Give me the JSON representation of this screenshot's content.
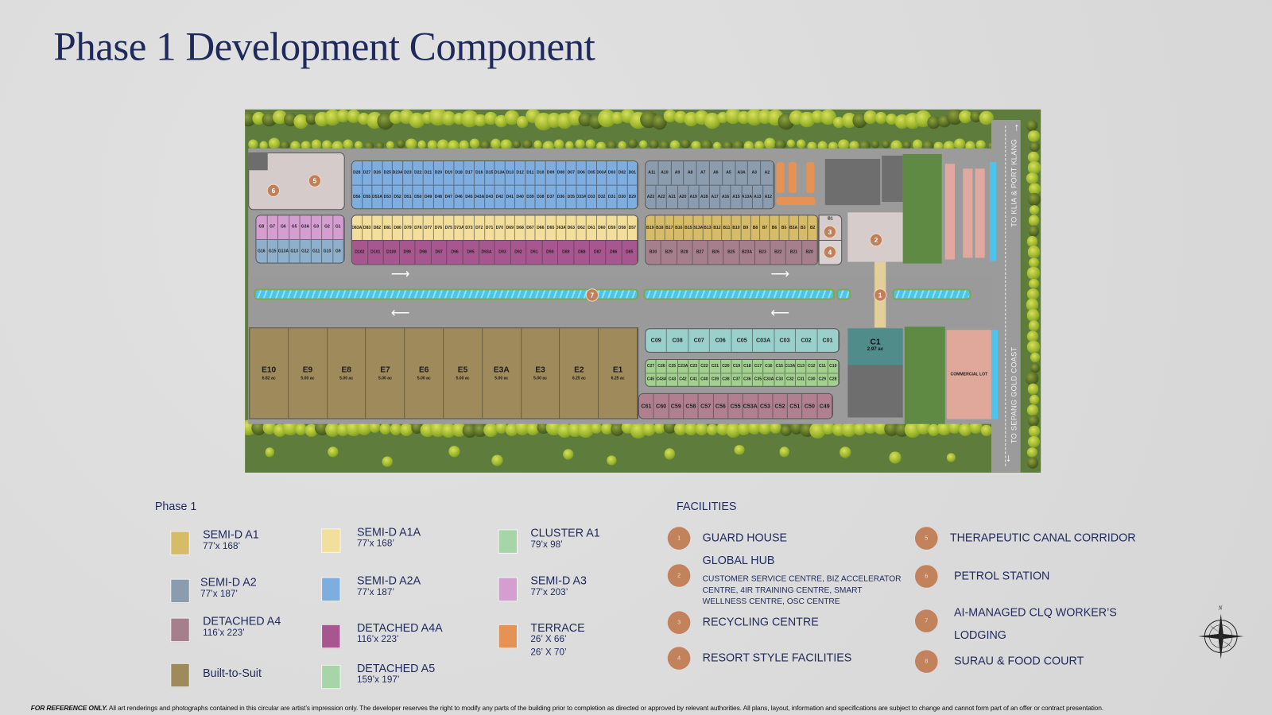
{
  "title": "Phase 1 Development Component",
  "map": {
    "colors": {
      "semi_d_a1": "#d6bc68",
      "semi_d_a1a": "#f2df9c",
      "cluster_a1": "#a6d6a8",
      "semi_d_a2": "#8c9caf",
      "semi_d_a2a": "#7eade0",
      "semi_d_a3": "#d49ed0",
      "detached_a4": "#a67f8c",
      "detached_a4a": "#a8568f",
      "terrace": "#e59254",
      "detached_a5": "#a6d6a8",
      "built_to_suit": "#9e8a5a"
    },
    "blocks": {
      "d_top": [
        "D28",
        "D27",
        "D26",
        "D25",
        "D23A",
        "D23",
        "D22",
        "D21",
        "D20",
        "D19",
        "D18",
        "D17",
        "D16",
        "D15",
        "D13A",
        "D13",
        "D12",
        "D11",
        "D10",
        "D09",
        "D08",
        "D07",
        "D06",
        "D05",
        "D03A",
        "D03",
        "D02",
        "D01"
      ],
      "d_bottom": [
        "D56",
        "D55",
        "D53A",
        "D53",
        "D52",
        "D51",
        "D50",
        "D49",
        "D48",
        "D47",
        "D46",
        "D45",
        "D43A",
        "D43",
        "D42",
        "D41",
        "D40",
        "D39",
        "D38",
        "D37",
        "D36",
        "D35",
        "D33A",
        "D33",
        "D32",
        "D31",
        "D30",
        "D29"
      ],
      "d_yellow": [
        "D83A",
        "D83",
        "D82",
        "D81",
        "D80",
        "D79",
        "D78",
        "D77",
        "D76",
        "D75",
        "D73A",
        "D73",
        "D72",
        "D71",
        "D70",
        "D69",
        "D68",
        "D67",
        "D66",
        "D65",
        "D63A",
        "D63",
        "D62",
        "D61",
        "D60",
        "D59",
        "D58",
        "D57"
      ],
      "d_purple": [
        "D102",
        "D101",
        "D100",
        "D99",
        "D98",
        "D97",
        "D96",
        "D95",
        "D93A",
        "D93",
        "D92",
        "D91",
        "D90",
        "D89",
        "D88",
        "D87",
        "D86",
        "D85"
      ],
      "g_top": [
        "G8",
        "G7",
        "G6",
        "G5",
        "G3A",
        "G3",
        "G2",
        "G1"
      ],
      "g_bottom": [
        "G16",
        "G15",
        "G13A",
        "G13",
        "G12",
        "G11",
        "G10",
        "G9"
      ],
      "a_top": [
        "A11",
        "A10",
        "A9",
        "A8",
        "A7",
        "A6",
        "A5",
        "A3A",
        "A3",
        "A2"
      ],
      "a_bottom": [
        "A23",
        "A22",
        "A21",
        "A20",
        "A19",
        "A18",
        "A17",
        "A16",
        "A15",
        "A13A",
        "A13",
        "A12"
      ],
      "b_top": [
        "B19",
        "B18",
        "B17",
        "B16",
        "B15",
        "B13A",
        "B13",
        "B12",
        "B11",
        "B10",
        "B9",
        "B8",
        "B7",
        "B6",
        "B5",
        "B3A",
        "B3",
        "B2"
      ],
      "b_one": "B1",
      "b_bottom": [
        "B30",
        "B29",
        "B28",
        "B27",
        "B26",
        "B25",
        "B23A",
        "B23",
        "B22",
        "B21",
        "B20"
      ],
      "c_teal": [
        "C09",
        "C08",
        "C07",
        "C06",
        "C05",
        "C03A",
        "C03",
        "C02",
        "C01"
      ],
      "c_green_top": [
        "C27",
        "C26",
        "C25",
        "C23A",
        "C23",
        "C22",
        "C21",
        "C20",
        "C19",
        "C18",
        "C17",
        "C16",
        "C15",
        "C13A",
        "C13",
        "C12",
        "C11",
        "C10"
      ],
      "c_green_bottom": [
        "C45",
        "C43A",
        "C43",
        "C42",
        "C41",
        "C40",
        "C39",
        "C38",
        "C37",
        "C36",
        "C35",
        "C33A",
        "C33",
        "C32",
        "C31",
        "C30",
        "C29",
        "C28"
      ],
      "c_mauve": [
        "C61",
        "C60",
        "C59",
        "C58",
        "C57",
        "C56",
        "C55",
        "C53A",
        "C53",
        "C52",
        "C51",
        "C50",
        "C49"
      ],
      "e_lots": [
        {
          "name": "E10",
          "area": "6.82 ac"
        },
        {
          "name": "E9",
          "area": "5.00 ac"
        },
        {
          "name": "E8",
          "area": "5.00 ac"
        },
        {
          "name": "E7",
          "area": "5.00 ac"
        },
        {
          "name": "E6",
          "area": "5.00 ac"
        },
        {
          "name": "E5",
          "area": "5.00 ac"
        },
        {
          "name": "E3A",
          "area": "5.00 ac"
        },
        {
          "name": "E3",
          "area": "5.00 ac"
        },
        {
          "name": "E2",
          "area": "6.25 ac"
        },
        {
          "name": "E1",
          "area": "6.25 ac"
        }
      ]
    },
    "c1": {
      "name": "C1",
      "area": "2.97 ac"
    },
    "commercial_lot": "COMMERCIAL LOT",
    "road_north": "TO KLIA & PORT KLANG",
    "road_south": "TO SEPANG GOLD COAST",
    "markers": [
      "1",
      "2",
      "3",
      "4",
      "5",
      "6",
      "7"
    ]
  },
  "legend": {
    "title": "Phase 1",
    "items": [
      {
        "name": "SEMI-D A1",
        "size": "77’x 168’",
        "color": "#d6bc68"
      },
      {
        "name": "SEMI-D A2",
        "size": "77’x 187’",
        "color": "#8c9caf"
      },
      {
        "name": "DETACHED A4",
        "size": "116’x 223’",
        "color": "#a67f8c"
      },
      {
        "name": "Built-to-Suit",
        "size": "",
        "color": "#9e8a5a"
      },
      {
        "name": "SEMI-D A1A",
        "size": "77’x 168’",
        "color": "#f2df9c"
      },
      {
        "name": "SEMI-D A2A",
        "size": "77’x 187’",
        "color": "#7eade0"
      },
      {
        "name": "DETACHED A4A",
        "size": "116’x 223’",
        "color": "#a8568f"
      },
      {
        "name": "DETACHED A5",
        "size": "159’x 197’",
        "color": "#a6d6a8"
      },
      {
        "name": "CLUSTER A1",
        "size": "79’x 98’",
        "color": "#a6d6a8"
      },
      {
        "name": "SEMI-D A3",
        "size": "77’x 203’",
        "color": "#d49ed0"
      },
      {
        "name": "TERRACE",
        "size": "26’ X 66’",
        "size2": "26’ X 70’",
        "color": "#e59254"
      }
    ]
  },
  "facilities": {
    "title": "FACILITIES",
    "items": [
      {
        "num": "1",
        "name": "GUARD HOUSE"
      },
      {
        "num": "2",
        "name": "GLOBAL HUB",
        "sub": "CUSTOMER SERVICE CENTRE, BIZ ACCELERATOR CENTRE, 4IR TRAINING CENTRE, SMART WELLNESS CENTRE, OSC CENTRE"
      },
      {
        "num": "3",
        "name": "RECYCLING CENTRE"
      },
      {
        "num": "4",
        "name": "RESORT STYLE FACILITIES"
      },
      {
        "num": "5",
        "name": "THERAPEUTIC CANAL CORRIDOR"
      },
      {
        "num": "6",
        "name": "PETROL STATION"
      },
      {
        "num": "7",
        "name": "AI-MANAGED CLQ WORKER’S",
        "name2": "LODGING"
      },
      {
        "num": "8",
        "name": "SURAU & FOOD COURT"
      }
    ]
  },
  "compass": {
    "label": "N"
  },
  "footer": {
    "bold": "FOR REFERENCE ONLY.",
    "text": " All art renderings and photographs contained in this circular are artist’s impression only. The developer reserves the right to modify any parts of the building prior to completion as directed or approved by relevant authorities. All plans, layout, information and specifications are subject to change and cannot form part of an offer or contract presentation."
  }
}
